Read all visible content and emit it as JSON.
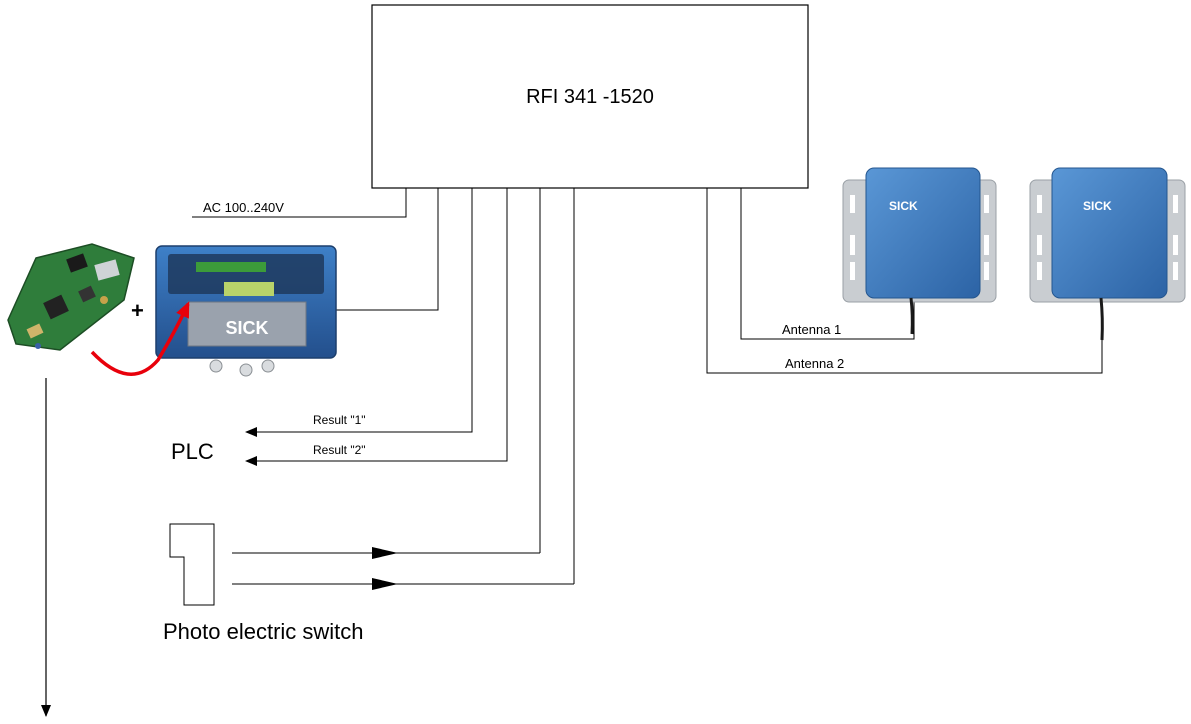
{
  "reader": {
    "label": "RFI 341 -1520"
  },
  "power": {
    "label": "AC 100..240V"
  },
  "plc": {
    "label": "PLC",
    "result1": "Result \"1\"",
    "result2": "Result \"2\""
  },
  "sensor": {
    "label": "Photo electric switch"
  },
  "antennas": [
    {
      "label": "Antenna 1",
      "brand": "SICK"
    },
    {
      "label": "Antenna 2",
      "brand": "SICK"
    }
  ],
  "module": {
    "plus": "+"
  },
  "enclosure": {
    "brand": "SICK"
  },
  "colors": {
    "line": "#000000",
    "arrow_highlight": "#e8000b",
    "antenna_body": "#3d7cc0",
    "antenna_plate": "#c8ccd0",
    "pcb_green": "#2f7d3b",
    "enclosure_blue": "#2f6fb5"
  }
}
